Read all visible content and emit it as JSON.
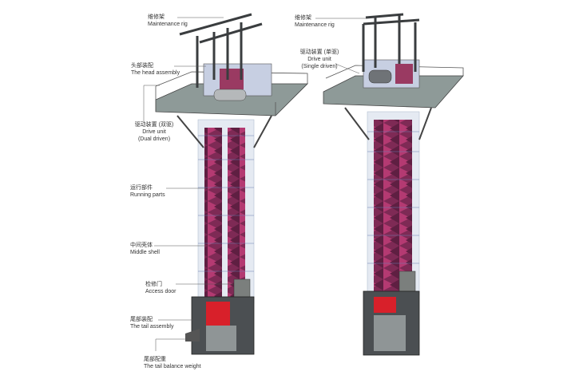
{
  "left_elevator": {
    "labels": [
      {
        "zh": "维修架",
        "en": "Maintenance rig"
      },
      {
        "zh": "头部装配",
        "en": "The head assembly"
      },
      {
        "zh": "驱动装置 (双驱)",
        "en": "Drive unit",
        "en2": "(Dual driven)"
      },
      {
        "zh": "运行部件",
        "en": "Running parts"
      },
      {
        "zh": "中间壳体",
        "en": "Middle shell"
      },
      {
        "zh": "检修门",
        "en": "Access door"
      },
      {
        "zh": "尾部装配",
        "en": "The tail assembly"
      },
      {
        "zh": "尾部配重",
        "en": "The tail balance weight"
      }
    ]
  },
  "right_elevator": {
    "labels": [
      {
        "zh": "维修架",
        "en": "Maintenance rig"
      },
      {
        "zh": "驱动装置 (单驱)",
        "en": "Drive unit",
        "en2": "(Single driven)"
      }
    ]
  },
  "colors": {
    "buckets": "#9c2d5e",
    "frame": "#3a3d3f",
    "platform": "#8e9a98",
    "casing": "#c9d6e6",
    "tail_glow": "#d8202a"
  }
}
